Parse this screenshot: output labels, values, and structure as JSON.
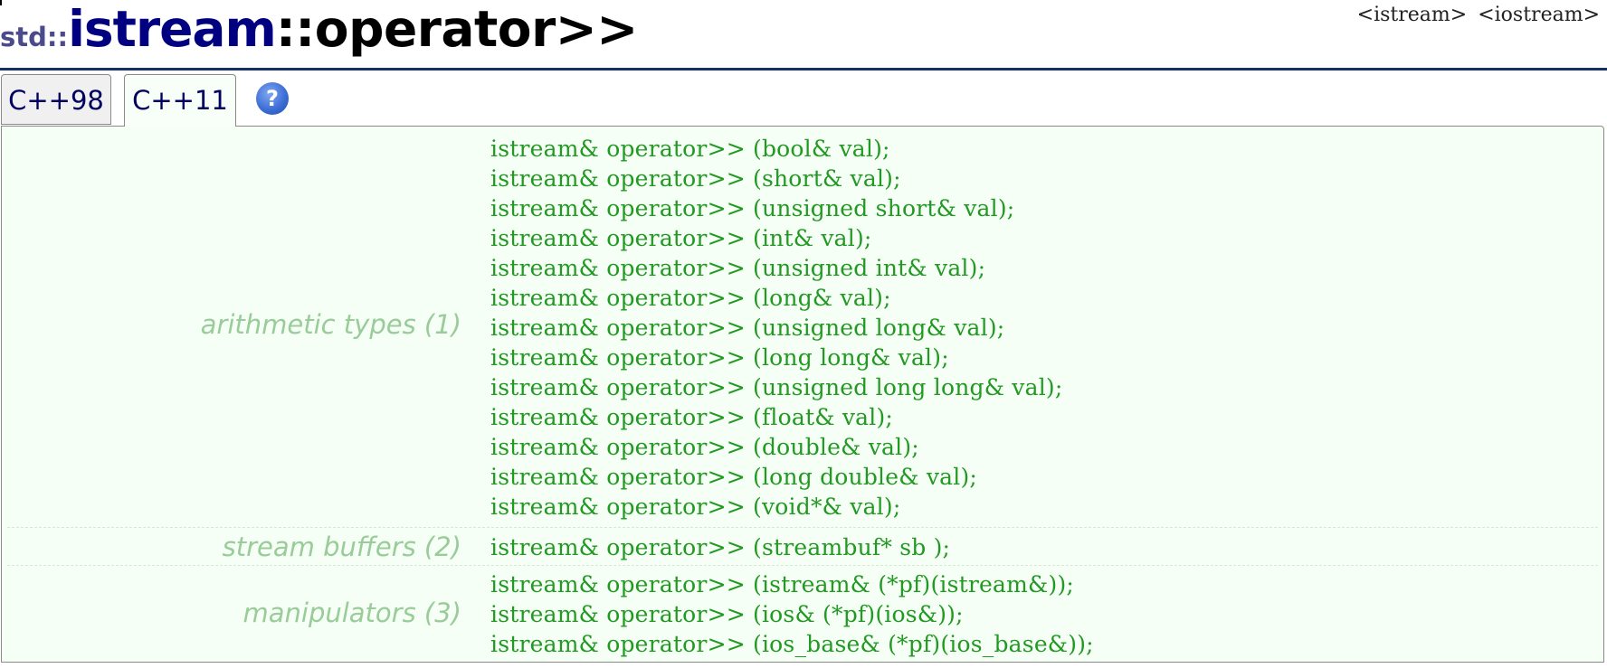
{
  "title": {
    "namespace": "std::",
    "class": "istream",
    "member": "::operator>>"
  },
  "headers": [
    "<istream>",
    "<iostream>"
  ],
  "tabs": [
    {
      "label": "C++98",
      "active": false
    },
    {
      "label": "C++11",
      "active": true
    }
  ],
  "help_label": "?",
  "groups": [
    {
      "label": "arithmetic types (1)",
      "lines": [
        "istream& operator>> (bool& val);",
        "istream& operator>> (short& val);",
        "istream& operator>> (unsigned short& val);",
        "istream& operator>> (int& val);",
        "istream& operator>> (unsigned int& val);",
        "istream& operator>> (long& val);",
        "istream& operator>> (unsigned long& val);",
        "istream& operator>> (long long& val);",
        "istream& operator>> (unsigned long long& val);",
        "istream& operator>> (float& val);",
        "istream& operator>> (double& val);",
        "istream& operator>> (long double& val);",
        "istream& operator>> (void*& val);"
      ]
    },
    {
      "label": "stream buffers (2)",
      "lines": [
        "istream& operator>> (streambuf* sb );"
      ]
    },
    {
      "label": "manipulators (3)",
      "lines": [
        "istream& operator>> (istream& (*pf)(istream&));",
        "istream& operator>> (ios& (*pf)(ios&));",
        "istream& operator>> (ios_base& (*pf)(ios_base&));"
      ]
    }
  ],
  "colors": {
    "title_rule": "#1a2f66",
    "class_name": "#000080",
    "code": "#229922",
    "group_label": "#99cc99",
    "panel_bg": "#f6fff6"
  }
}
